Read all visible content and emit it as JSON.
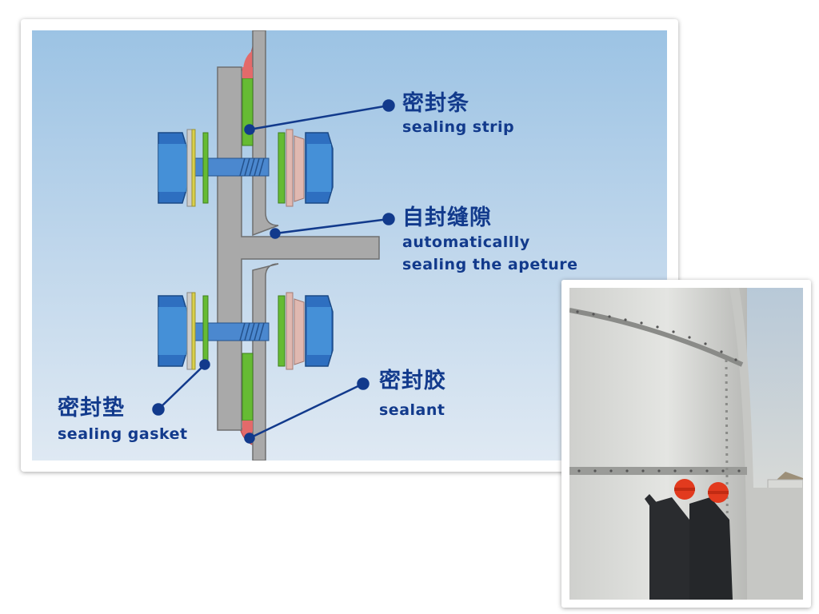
{
  "diagram": {
    "labels": {
      "sealing_strip": {
        "zh": "密封条",
        "en": "sealing  strip"
      },
      "self_sealing_gap": {
        "zh": "自封缝隙",
        "en_line1": "automaticallly",
        "en_line2": "sealing the apeture"
      },
      "sealing_gasket": {
        "zh": "密封垫",
        "en": "sealing gasket"
      },
      "sealant": {
        "zh": "密封胶",
        "en": "sealant"
      }
    },
    "colors": {
      "background_top": "#9cc3e4",
      "background_bottom": "#dfe9f3",
      "plate": "#a9a9a9",
      "bolt": "#2e6fc0",
      "sealing_strip": "#66bb33",
      "sealant": "#e36a6a",
      "washer": "#e0b8b0",
      "label_text": "#123a8c"
    }
  },
  "photo": {
    "icon": "tank-installation-photo"
  }
}
